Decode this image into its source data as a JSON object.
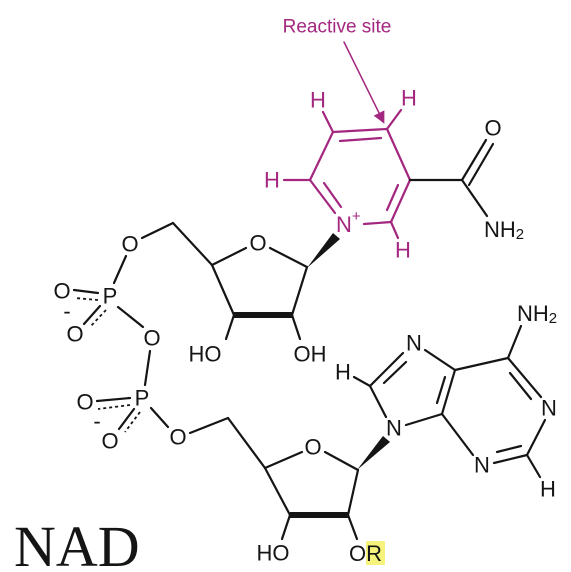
{
  "title": "NAD",
  "annotation": {
    "label": "Reactive site"
  },
  "colors": {
    "nicotinamide": "#a3267f",
    "ink": "#151515",
    "highlight": "#f5f37c",
    "background": "#ffffff"
  },
  "nicotinamide": {
    "h_top_left": "H",
    "h_top_right": "H",
    "h_left": "H",
    "h_bottom": "H",
    "ring_n": "N",
    "ring_n_charge": "+",
    "carbonyl_o": "O",
    "amide_n": "NH",
    "amide_n_sub": "2"
  },
  "ribose_upper": {
    "ring_o": "O",
    "hydroxyl_left": "HO",
    "hydroxyl_right": "OH"
  },
  "phosphates": {
    "link_o_upper": "O",
    "p1": "P",
    "p1_o_double": "O",
    "p1_charge": "-",
    "p1_o_lower": "O",
    "bridge_o": "O",
    "p2": "P",
    "p2_o_double": "O",
    "p2_charge": "-",
    "p2_o_lower": "O",
    "link_o_lower": "O"
  },
  "adenine": {
    "amine_n": "NH",
    "amine_sub": "2",
    "h_c8": "H",
    "n7": "N",
    "n9": "N",
    "n1": "N",
    "n3": "N",
    "h_c2": "H"
  },
  "ribose_lower": {
    "ring_o": "O",
    "hydroxyl_left": "HO",
    "substituent_o": "O",
    "substituent_r": "R"
  }
}
